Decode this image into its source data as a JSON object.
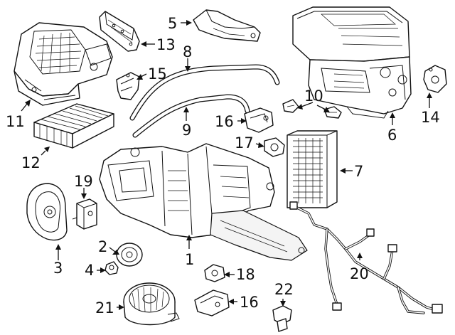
{
  "labels": {
    "l1": "1",
    "l2": "2",
    "l3": "3",
    "l4": "4",
    "l5": "5",
    "l6": "6",
    "l7": "7",
    "l8": "8",
    "l9": "9",
    "l10": "10",
    "l11": "11",
    "l12": "12",
    "l13": "13",
    "l14": "14",
    "l15": "15",
    "l16a": "16",
    "l16b": "16",
    "l17": "17",
    "l18": "18",
    "l19": "19",
    "l20": "20",
    "l21": "21",
    "l22": "22"
  }
}
